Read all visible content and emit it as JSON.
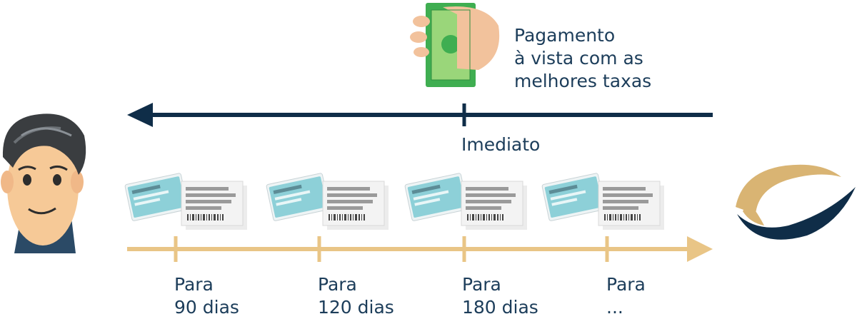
{
  "colors": {
    "navy": "#0f2d48",
    "text": "#1c3d5a",
    "gold": "#e9c586",
    "logo_gold": "#d9b473",
    "money_green": "#3fae51",
    "money_light": "#9ad67a",
    "skin": "#f2c29c",
    "slip_teal": "#8dd0d8",
    "slip_gray": "#e6e6e6"
  },
  "icons": [
    "cartoon-man-icon",
    "hand-with-money-icon",
    "bank-slip-stack-icon",
    "company-logo-icon"
  ],
  "payment": {
    "lines": [
      "Pagamento",
      "à vista com as",
      "melhores taxas"
    ]
  },
  "timeline": {
    "immediate_label": "Imediato"
  },
  "terms": [
    {
      "line1": "Para",
      "line2": "90 dias"
    },
    {
      "line1": "Para",
      "line2": "120 dias"
    },
    {
      "line1": "Para",
      "line2": "180 dias"
    },
    {
      "line1": "Para",
      "line2": "..."
    }
  ]
}
